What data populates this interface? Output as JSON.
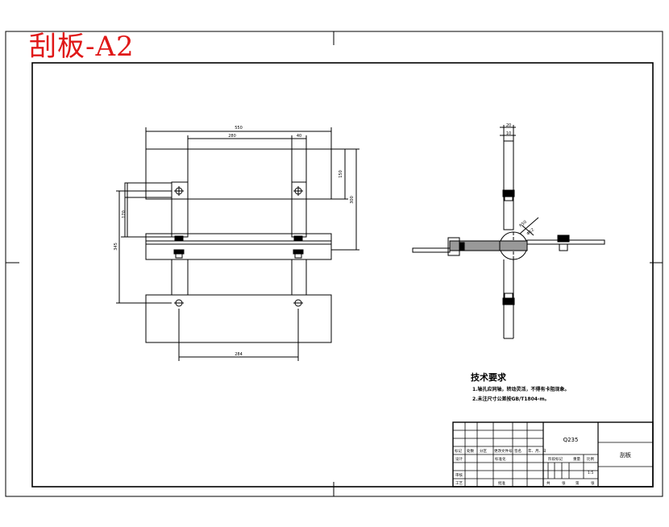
{
  "drawing": {
    "title": "刮板-A2",
    "tech_requirements": {
      "heading": "技术要求",
      "items": [
        "1.轴孔应同轴，转动灵活，不得有卡阻现象。",
        "2.未注尺寸公差按GB/T1804-m。"
      ]
    },
    "dimensions": {
      "front_total_width": "550",
      "front_inner_span": "280",
      "front_bar_width": "40",
      "front_right_upper": "150",
      "front_right_total": "300",
      "front_left_upper": "170",
      "front_left_total": "345",
      "front_bottom_span": "284",
      "side_top_a": "20",
      "side_top_b": "10",
      "side_radius_a": "R50",
      "side_radius_b": "Φ12"
    },
    "title_block": {
      "material": "Q235",
      "part_name": "刮板",
      "scale": "1:5",
      "header_cells": [
        "标记",
        "处数",
        "分区",
        "更改文件号",
        "签名",
        "年、月、日"
      ],
      "row_design": "设计",
      "row_standard": "标准化",
      "row_review": "审核",
      "row_process": "工艺",
      "row_approve": "批准",
      "stage_mark": "阶段标记",
      "weight": "重量",
      "ratio": "比例",
      "sheet_total": "共",
      "sheet_word": "张",
      "sheet_no": "第",
      "sheet_word2": "张"
    }
  },
  "colors": {
    "line": "#000000",
    "title": "#e01818",
    "background": "#ffffff"
  }
}
